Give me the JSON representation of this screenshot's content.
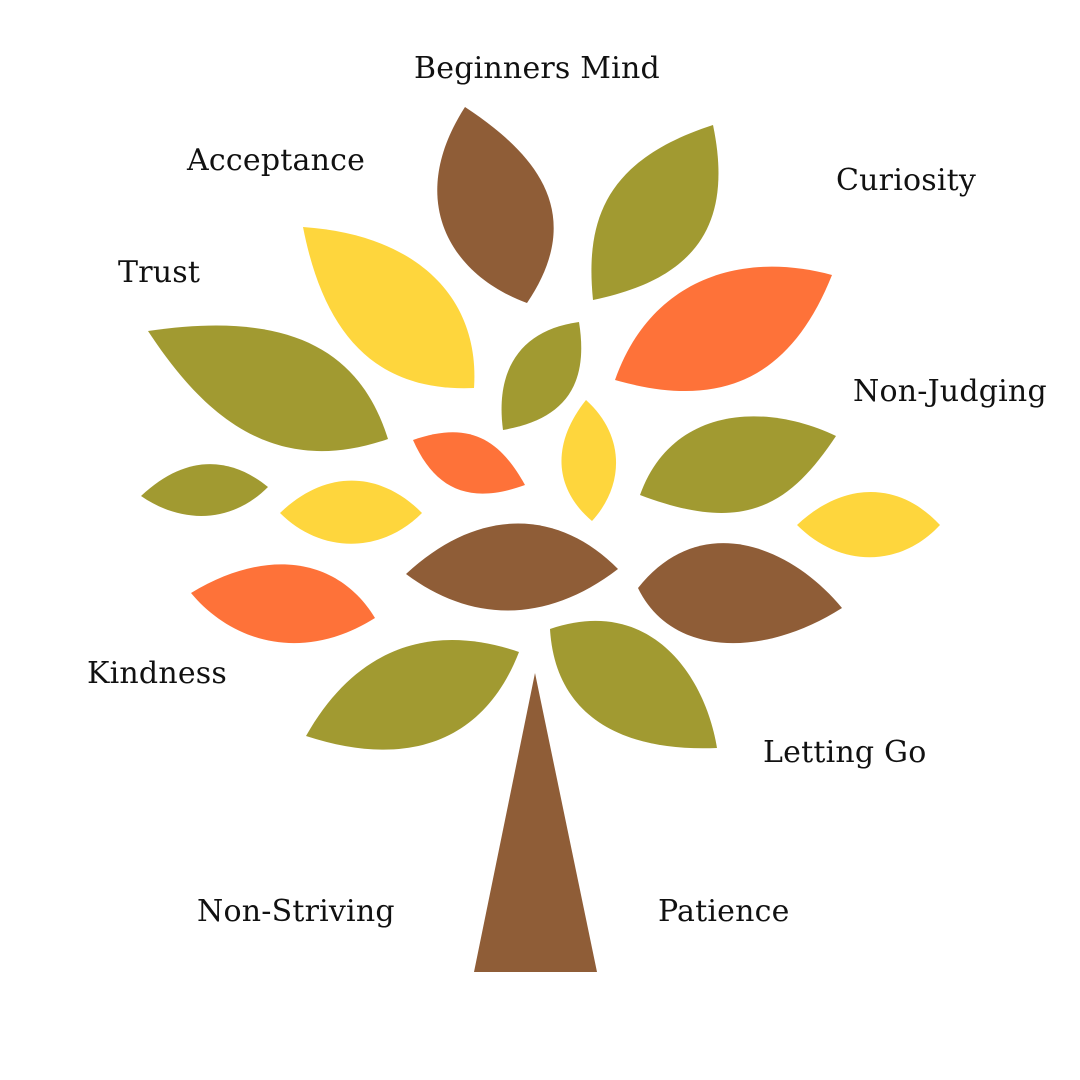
{
  "labels": {
    "beginners_mind": "Beginners Mind",
    "acceptance": "Acceptance",
    "curiosity": "Curiosity",
    "trust": "Trust",
    "non_judging": "Non-Judging",
    "kindness": "Kindness",
    "letting_go": "Letting Go",
    "non_striving": "Non-Striving",
    "patience": "Patience"
  },
  "colors": {
    "brown": "#8F5D37",
    "olive": "#A19A31",
    "yellow": "#FED63D",
    "orange": "#FE7239",
    "text": "#111111",
    "background": "#ffffff"
  }
}
